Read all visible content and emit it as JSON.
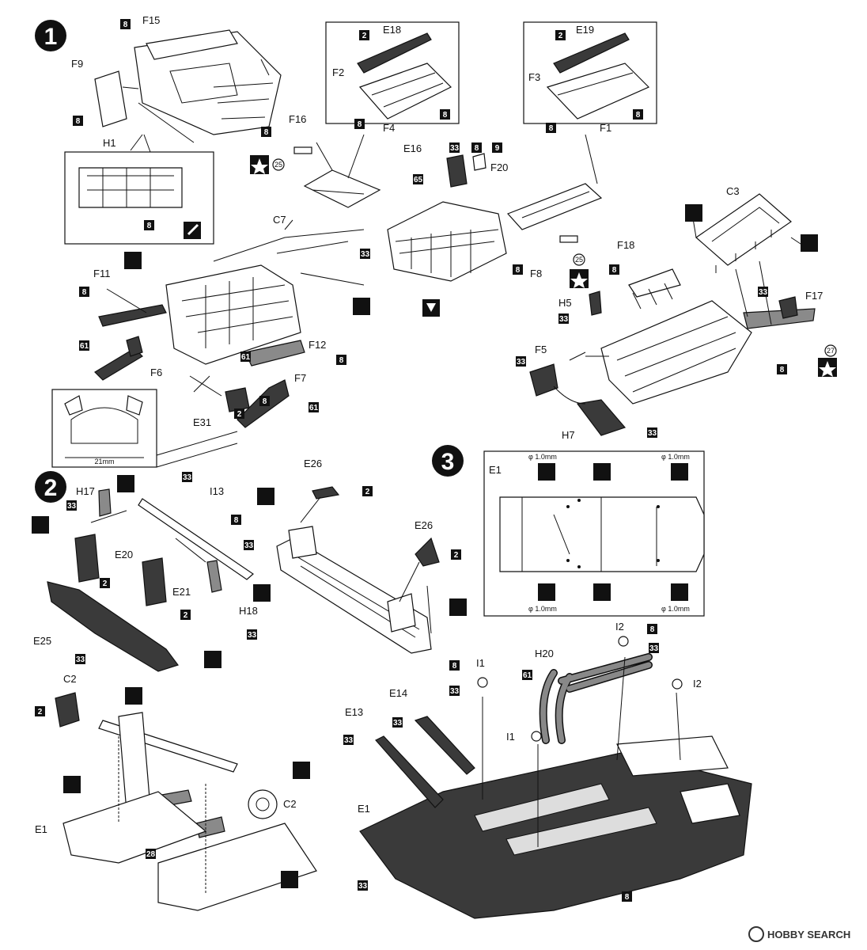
{
  "watermark": "HOBBY SEARCH",
  "steps": [
    {
      "number": "1"
    },
    {
      "number": "2"
    },
    {
      "number": "3"
    }
  ],
  "parts": {
    "F15": "F15",
    "F9": "F9",
    "F16": "F16",
    "H1": "H1",
    "E18": "E18",
    "F2": "F2",
    "F4": "F4",
    "E19": "E19",
    "F3": "F3",
    "F1": "F1",
    "E16": "E16",
    "F20": "F20",
    "F8": "F8",
    "C7": "C7",
    "F11": "F11",
    "F6": "F6",
    "F12": "F12",
    "F7": "F7",
    "E31": "E31",
    "C3": "C3",
    "F18": "F18",
    "H5": "H5",
    "F17": "F17",
    "F5": "F5",
    "H7": "H7",
    "H17": "H17",
    "I13": "I13",
    "E20": "E20",
    "E21": "E21",
    "H18": "H18",
    "E25": "E25",
    "E26a": "E26",
    "E26b": "E26",
    "C2a": "C2",
    "C2b": "C2",
    "E1a": "E1",
    "E1b": "E1",
    "E1c": "E1",
    "I2a": "I2",
    "I2b": "I2",
    "I1a": "I1",
    "I1b": "I1",
    "H20": "H20",
    "E14": "E14",
    "E13": "E13"
  },
  "paint_codes": {
    "p8": "8",
    "p2": "2",
    "p9": "9",
    "p33": "33",
    "p61": "61",
    "p65": "65",
    "p28": "28"
  },
  "decals": {
    "d25": "25",
    "d27": "27"
  },
  "dimensions": {
    "width": "21mm",
    "drill": "φ 1.0mm"
  }
}
